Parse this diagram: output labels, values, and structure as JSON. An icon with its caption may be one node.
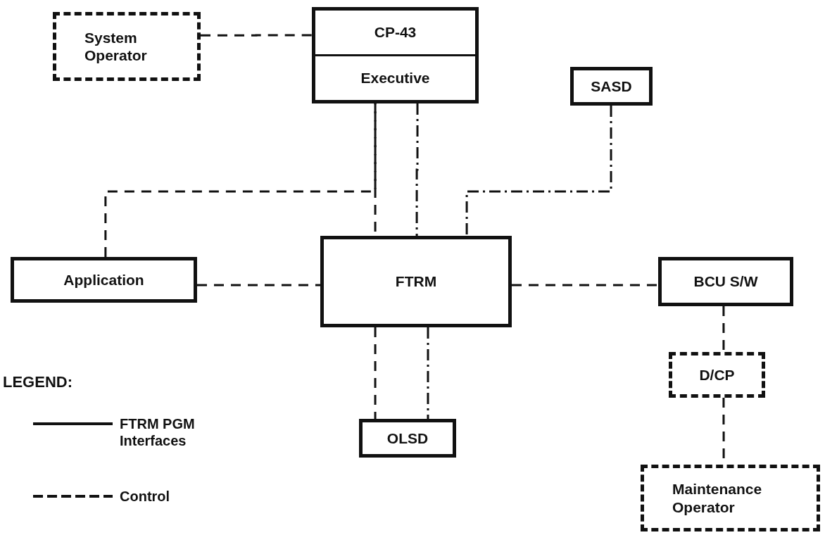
{
  "diagram": {
    "nodes": [
      {
        "text": [
          "System Operator"
        ]
      },
      {
        "text": [
          "CP-43",
          "Executive"
        ]
      },
      {
        "text": [
          "SASD"
        ]
      },
      {
        "text": [
          "Application"
        ]
      },
      {
        "text": [
          "FTRM"
        ]
      },
      {
        "text": [
          "BCU S/W"
        ]
      },
      {
        "text": [
          "D/CP"
        ]
      },
      {
        "text": [
          "OLSD"
        ]
      },
      {
        "text": [
          "Maintenance Operator"
        ]
      }
    ],
    "edges": [
      {
        "from": 0,
        "to": 1,
        "arrow": "none",
        "style": "dashed"
      },
      {
        "from": 1,
        "to": 4,
        "arrow": "none",
        "style": "dashed"
      },
      {
        "from": 1,
        "to": 4,
        "arrow": "none"
      },
      {
        "from": 3,
        "to": 1,
        "arrow": "none",
        "style": "dashed"
      },
      {
        "from": 3,
        "to": 4,
        "arrow": "none",
        "style": "dashed"
      },
      {
        "from": 2,
        "to": 4,
        "arrow": "none"
      },
      {
        "from": 4,
        "to": 5,
        "arrow": "none",
        "style": "dashed"
      },
      {
        "from": 4,
        "to": 7,
        "arrow": "none",
        "style": "dashed"
      },
      {
        "from": 4,
        "to": 7,
        "arrow": "none"
      },
      {
        "from": 5,
        "to": 6,
        "arrow": "none",
        "style": "dashed"
      },
      {
        "from": 6,
        "to": 8,
        "arrow": "none",
        "style": "dashed"
      }
    ],
    "labels": [
      "LEGEND:"
    ],
    "legend": [
      {
        "text": "FTRM PGM Interfaces"
      },
      {
        "text": "Control"
      }
    ]
  }
}
